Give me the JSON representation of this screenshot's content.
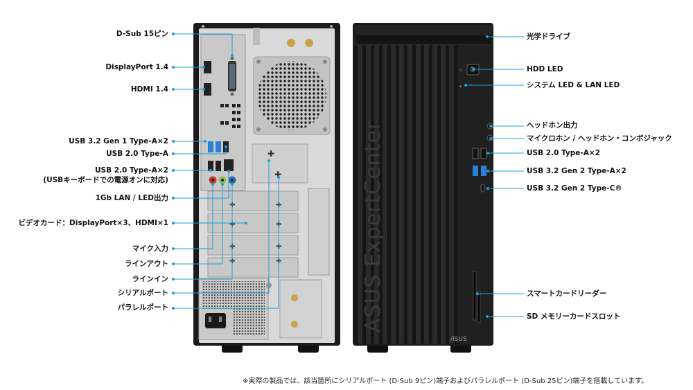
{
  "left_labels": [
    "D-Sub 15ピン",
    "DisplayPort 1.4",
    "HDMI 1.4",
    "USB 3.2 Gen 1 Type-A×2",
    "USB 2.0 Type-A",
    "USB 2.0 Type-A×2",
    "(USBキーボードでの電源オンに対応)",
    "1Gb LAN / LED出力",
    "ビデオカード：DisplayPort×3、HDMI×1",
    "マイク入力",
    "ラインアウト",
    "ラインイン",
    "シリアルポート",
    "パラレルポート"
  ],
  "right_labels": [
    "光学ドライブ",
    "HDD LED",
    "システム LED & LAN LED",
    "ヘッドホン出力",
    "マイクロホン / ヘッドホン・コンボジャック",
    "USB 2.0 Type-A×2",
    "USB 3.2 Gen 2 Type-A×2",
    "USB 3.2 Gen 2 Type-C®",
    "スマートカードリーダー",
    "SD メモリーカードスロット"
  ],
  "front_brand": "ASUS ExpertCenter",
  "front_logo": "/ISUS",
  "footnote": "※実際の製品では、該当箇所にシリアルポート (D-Sub 9ピン)端子およびパラレルポート (D-Sub 25ピン)端子を搭載しています。",
  "colors": {
    "leader": "#1aa0d8",
    "case": "#1b1b1b",
    "panel": "#dcdcdc",
    "usb3": "#2b7fd6",
    "mic": "#c0392b",
    "lineout": "#8bc34a",
    "linein": "#2a6fb0"
  }
}
